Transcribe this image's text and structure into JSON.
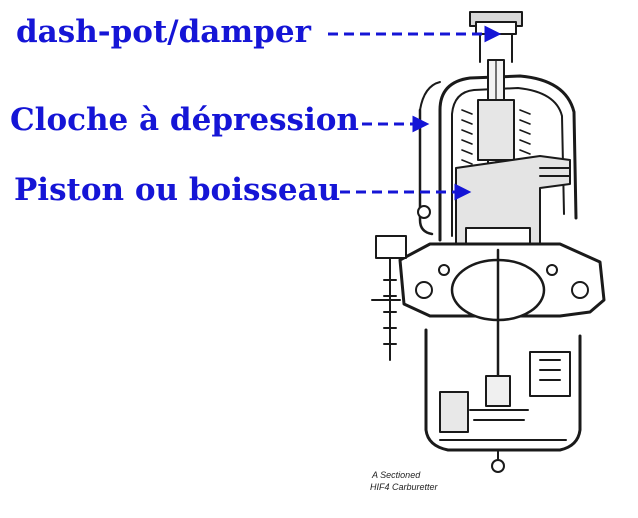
{
  "labels": {
    "dashpot": "dash-pot/damper",
    "cloche": "Cloche à dépression",
    "piston": "Piston ou boisseau"
  },
  "caption": {
    "line1": "A Sectioned",
    "line2": "HIF4 Carburetter"
  },
  "colors": {
    "label_text": "#1515d6",
    "arrow": "#1515d6",
    "drawing": "#1a1a1a",
    "background": "#ffffff"
  }
}
